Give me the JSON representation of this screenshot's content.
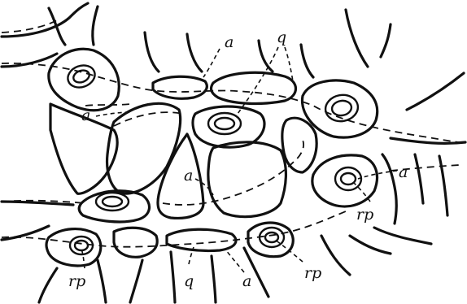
{
  "labels": {
    "a_top": "a",
    "q_top": "q",
    "a_left": "a",
    "a_center": "a",
    "a_right": "a",
    "rp_right": "rp",
    "rp_bottom_left": "rp",
    "q_bottom": "q",
    "a_bottom": "a",
    "rp_bottom_right": "rp"
  }
}
